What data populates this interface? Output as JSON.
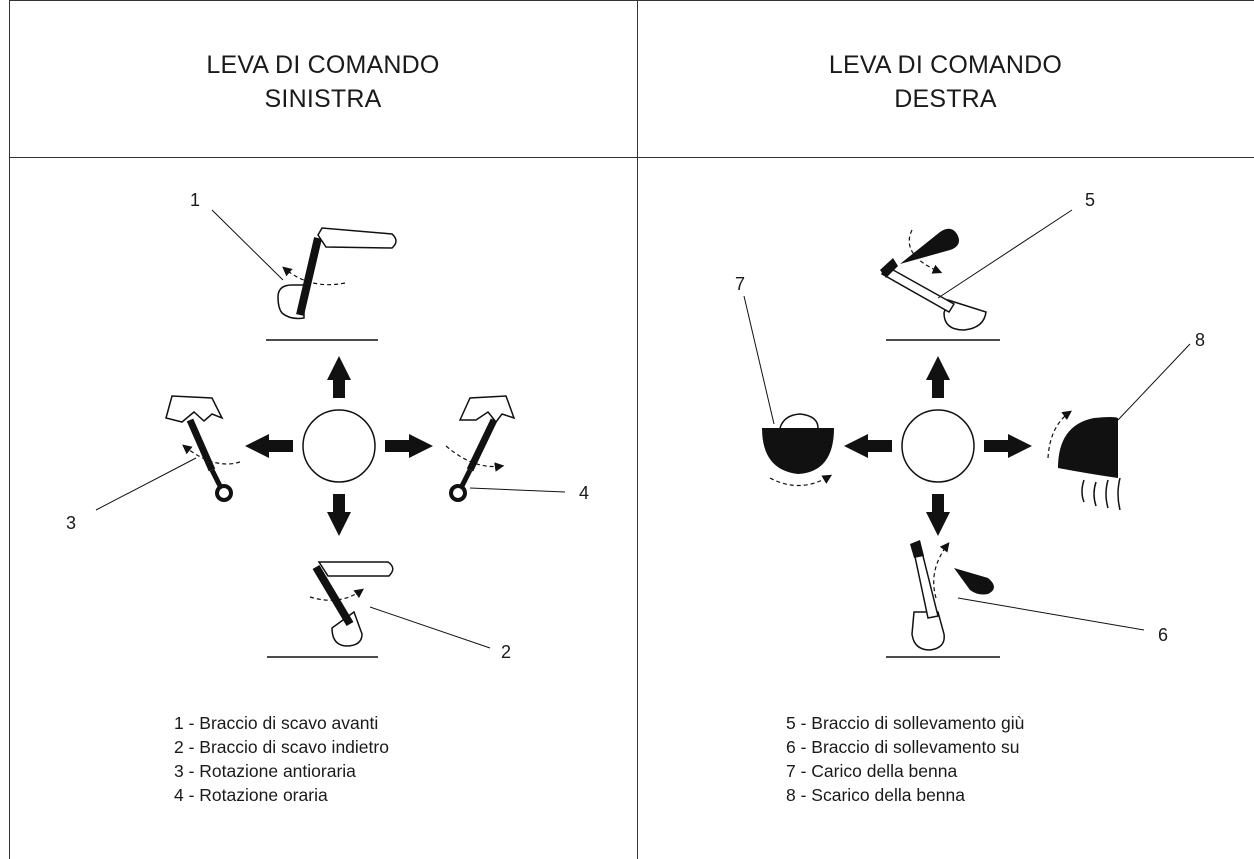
{
  "left_panel": {
    "header_line1": "LEVA DI COMANDO",
    "header_line2": "SINISTRA",
    "callouts": [
      "1",
      "2",
      "3",
      "4"
    ],
    "legend": [
      "1 - Braccio di scavo avanti",
      "2 - Braccio di scavo indietro",
      "3 - Rotazione antioraria",
      "4 - Rotazione oraria"
    ]
  },
  "right_panel": {
    "header_line1": "LEVA DI COMANDO",
    "header_line2": "DESTRA",
    "callouts": [
      "5",
      "6",
      "7",
      "8"
    ],
    "legend": [
      "5 - Braccio di sollevamento giù",
      "6 - Braccio di sollevamento su",
      "7 - Carico della benna",
      "8 - Scarico della benna"
    ]
  }
}
